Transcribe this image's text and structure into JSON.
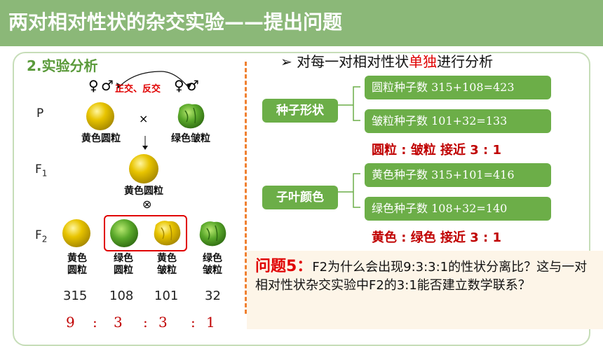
{
  "title": "两对相对性状的杂交实验——提出问题",
  "section": "2.实验分析",
  "left": {
    "gen_p": "P",
    "gen_f1": "F",
    "gen_f1_sub": "1",
    "gen_f2": "F",
    "gen_f2_sub": "2",
    "cross_label": "正交、反交",
    "female_sym": "♀",
    "male_sym": "♂",
    "cross_sym": "×",
    "self_sym": "⊗",
    "p_left": "黄色圆粒",
    "p_right": "绿色皱粒",
    "f1": "黄色圆粒",
    "f2": [
      {
        "line1": "黄色",
        "line2": "圆粒",
        "count": "315",
        "color": "#e8c400",
        "wrinkled": false
      },
      {
        "line1": "绿色",
        "line2": "圆粒",
        "count": "108",
        "color": "#5aa82a",
        "wrinkled": false
      },
      {
        "line1": "黄色",
        "line2": "皱粒",
        "count": "101",
        "color": "#e8c400",
        "wrinkled": true
      },
      {
        "line1": "绿色",
        "line2": "皱粒",
        "count": "32",
        "color": "#5aa82a",
        "wrinkled": true
      }
    ],
    "ratio": [
      "9",
      ":",
      "3",
      ":",
      "3",
      ":",
      "1"
    ]
  },
  "right": {
    "heading_pre": "对每一对相对性状",
    "heading_red": "单独",
    "heading_post": "进行分析",
    "groups": [
      {
        "category": "种子形状",
        "items": [
          "圆粒种子数 315+108=423",
          "皱粒种子数 101+32=133"
        ],
        "result": "圆粒 : 皱粒 接近 3 : 1"
      },
      {
        "category": "子叶颜色",
        "items": [
          "黄色种子数 315+101=416",
          "绿色种子数 108+32=140"
        ],
        "result": "黄色 : 绿色 接近 3 : 1"
      }
    ]
  },
  "question": {
    "title": "问题5：",
    "text": "F2为什么会出现9:3:3:1的性状分离比？这与一对相对性状杂交实验中F2的3:1能否建立数学联系？"
  },
  "colors": {
    "accent_green": "#6cae48",
    "title_bg": "#8bb878",
    "red": "#e00000",
    "pea_yellow": "#e8c400",
    "pea_green": "#5aa82a"
  }
}
